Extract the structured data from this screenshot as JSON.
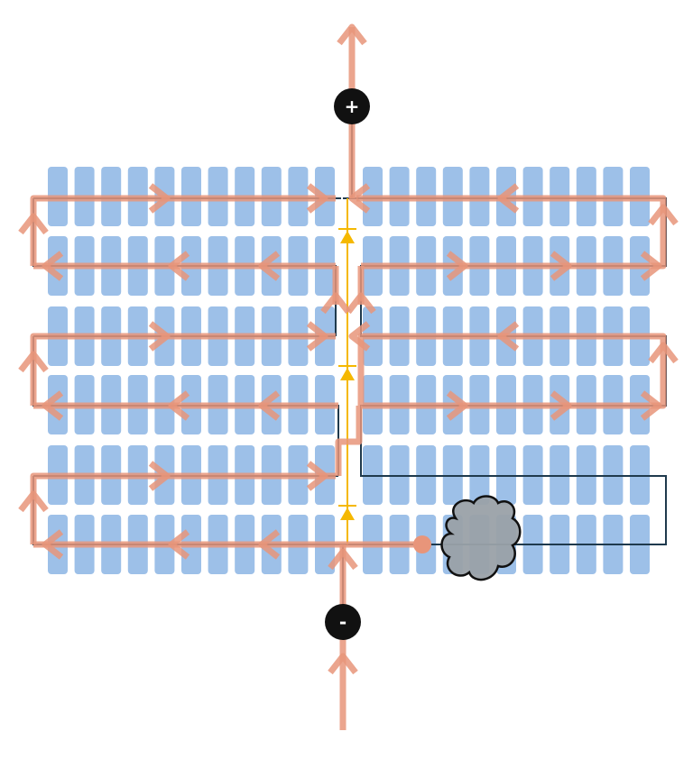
{
  "terminals": {
    "positive": "+",
    "negative": "-"
  },
  "panel": {
    "rows": 6,
    "cells_per_row_per_half": 11,
    "bypass_diodes": 3,
    "shaded_by_cloud": true
  },
  "colors": {
    "cell": "#9dc0e8",
    "current": "#e8957a",
    "wire": "#1f3a4d",
    "diode": "#f5b800",
    "cloud": "#9aa1a8",
    "terminal": "#111111"
  }
}
